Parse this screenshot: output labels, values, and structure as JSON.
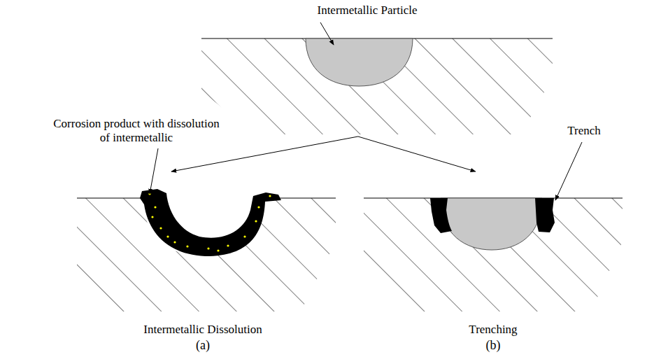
{
  "diagram": {
    "nodes": [
      {
        "text": [
          "Intermetallic Particle"
        ]
      },
      {
        "text": [
          "Corrosion product with dissolution of intermetallic",
          "Intermetallic Dissolution",
          "(a)"
        ]
      },
      {
        "text": [
          "Trench",
          "Trenching",
          "(b)"
        ]
      }
    ],
    "edges": [
      {
        "from": 0,
        "to": 1,
        "arrow": "to"
      },
      {
        "from": 0,
        "to": 2,
        "arrow": "to"
      }
    ]
  }
}
